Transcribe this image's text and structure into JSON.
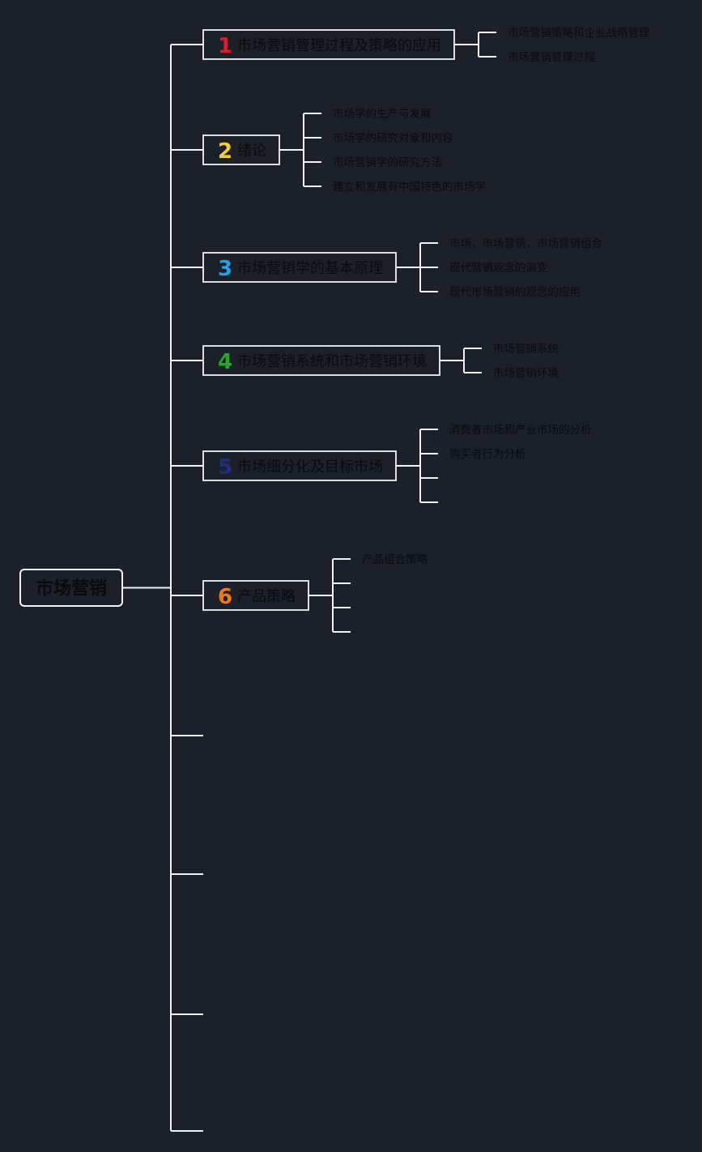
{
  "root": {
    "label": "市场营销"
  },
  "colors": {
    "background": "#1c2029",
    "line": "#f4f4f4",
    "text": "#0a0a0a",
    "num1": "#d81e2a",
    "num2": "#f2cf36",
    "num3": "#2a9ee2",
    "num4": "#2ba42c",
    "num5": "#1d2f7e",
    "num6": "#f07a13"
  },
  "branches": [
    {
      "number": "1",
      "label": "市场营销管理过程及策略的应用",
      "children": [
        "市场营销策略和企业战略管理",
        "市场营销管理过程"
      ]
    },
    {
      "number": "2",
      "label": "绪论",
      "children": [
        "市场学的生产与发展",
        "市场学的研究对象和内容",
        "市场营销学的研究方法",
        "建立和发展有中国特色的市场学"
      ]
    },
    {
      "number": "3",
      "label": "市场营销学的基本原理",
      "children": [
        "市场，市场营销，市场营销组合",
        "现代营销观念的演变",
        "现代市场营销的观念的应用"
      ]
    },
    {
      "number": "4",
      "label": "市场营销系统和市场营销环境",
      "children": [
        "市场营销系统",
        "市场营销环境"
      ]
    },
    {
      "number": "5",
      "label": "市场细分化及目标市场",
      "children": [
        "消费者市场和产业市场的分析",
        "购买者行为分析",
        "",
        ""
      ]
    },
    {
      "number": "6",
      "label": "产品策略",
      "children": [
        "产品组合策略",
        "",
        "",
        ""
      ]
    },
    {
      "number": "",
      "label": "",
      "children": []
    },
    {
      "number": "",
      "label": "",
      "children": []
    },
    {
      "number": "",
      "label": "",
      "children": []
    },
    {
      "number": "",
      "label": "",
      "children": []
    }
  ]
}
